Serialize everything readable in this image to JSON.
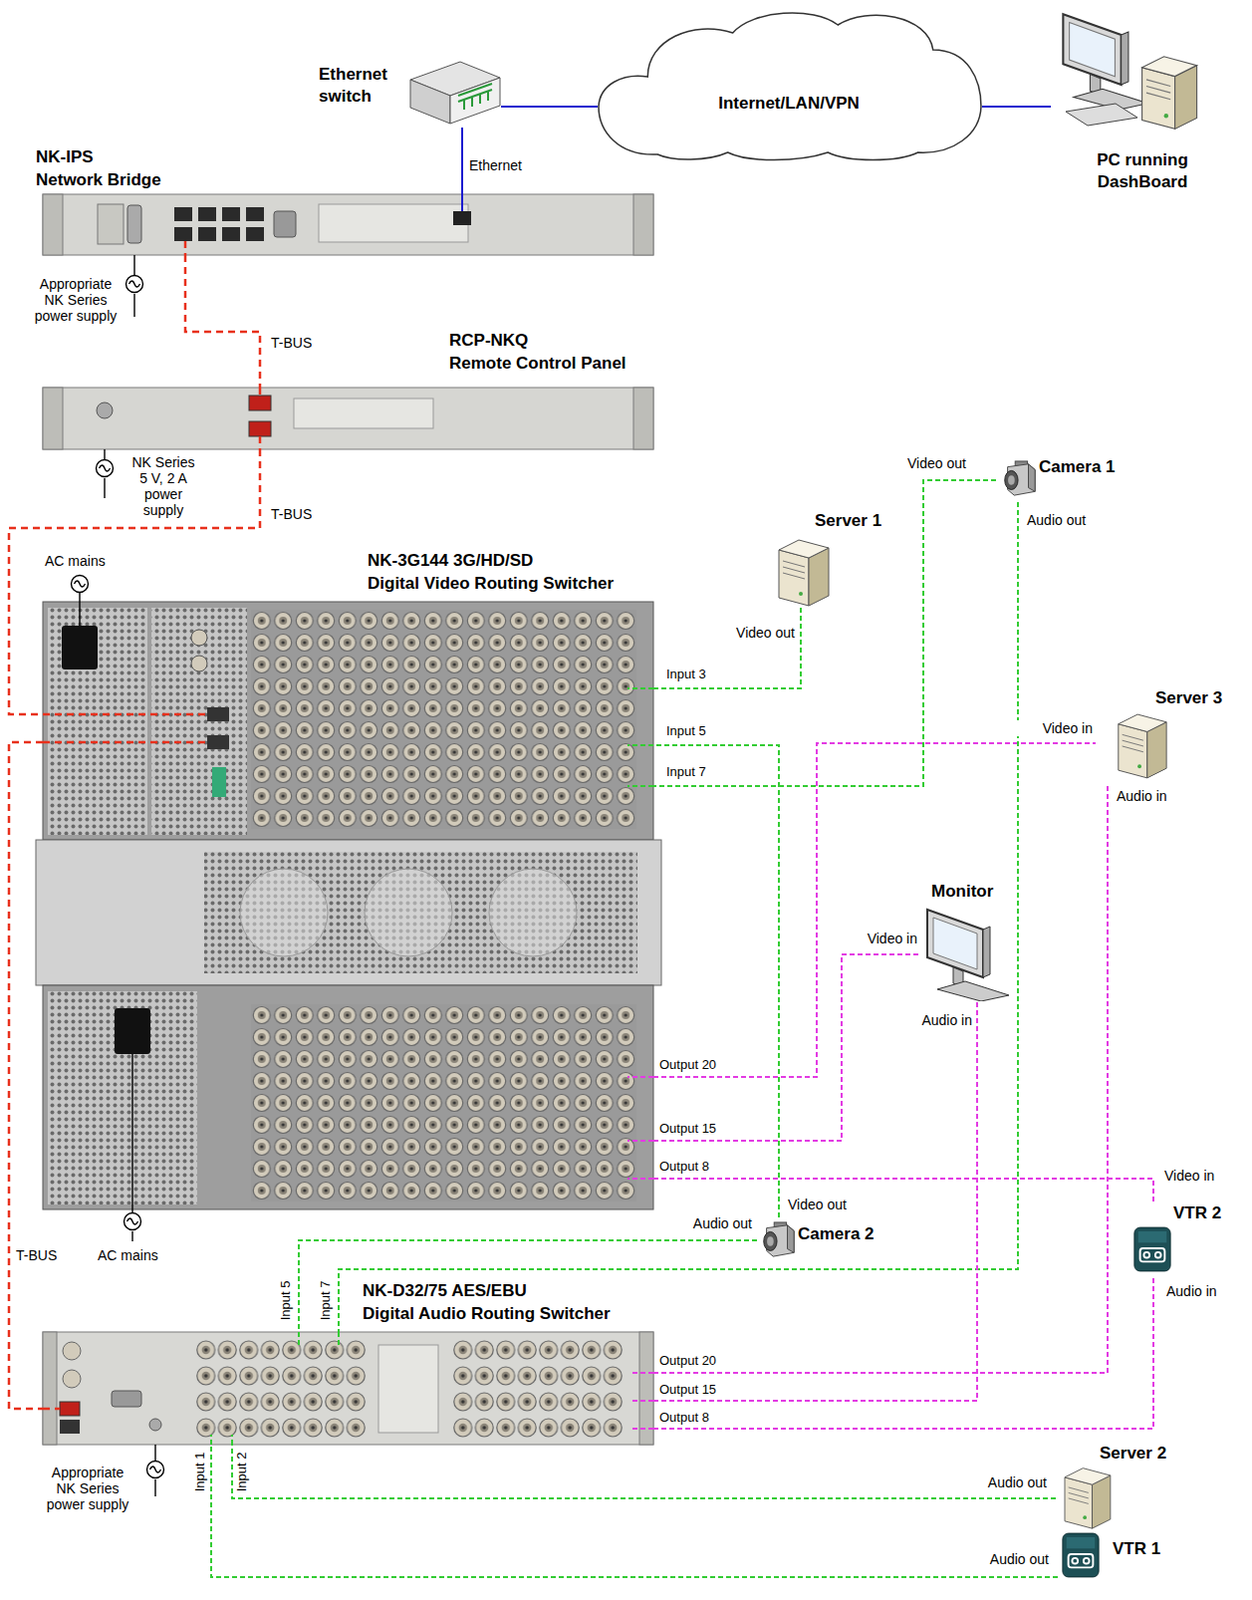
{
  "diagram": {
    "nodes": [
      {
        "text": [
          "Ethernet switch"
        ]
      },
      {
        "text": [
          "Internet/LAN/VPN"
        ]
      },
      {
        "text": [
          "PC running DashBoard"
        ]
      },
      {
        "text": [
          "NK-IPS",
          "Network Bridge"
        ]
      },
      {
        "text": [
          "RCP-NKQ",
          "Remote Control Panel"
        ]
      },
      {
        "text": [
          "Camera 1"
        ]
      },
      {
        "text": [
          "Server 1"
        ]
      },
      {
        "text": [
          "NK-3G144 3G/HD/SD",
          "Digital Video Routing Switcher"
        ]
      },
      {
        "text": [
          "Server 3"
        ]
      },
      {
        "text": [
          "Monitor"
        ]
      },
      {
        "text": [
          "VTR 2"
        ]
      },
      {
        "text": [
          "Camera 2"
        ]
      },
      {
        "text": [
          "NK-D32/75 AES/EBU",
          "Digital Audio Routing Switcher"
        ]
      },
      {
        "text": [
          "Server 2"
        ]
      },
      {
        "text": [
          "VTR 1"
        ]
      }
    ],
    "edges": [
      {
        "from": 0,
        "to": 1,
        "arrow": "none"
      },
      {
        "from": 1,
        "to": 2,
        "arrow": "none"
      },
      {
        "from": 0,
        "to": 3,
        "label": "Ethernet",
        "arrow": "none"
      },
      {
        "from": 3,
        "to": 4,
        "label": "T-BUS",
        "arrow": "none"
      },
      {
        "from": 4,
        "to": 7,
        "label": "T-BUS",
        "arrow": "none"
      },
      {
        "from": 7,
        "to": 12,
        "label": "T-BUS",
        "arrow": "none"
      },
      {
        "from": 6,
        "to": 7,
        "arrow": "none"
      },
      {
        "from": 11,
        "to": 7,
        "arrow": "none"
      },
      {
        "from": 5,
        "to": 7,
        "arrow": "none"
      },
      {
        "from": 7,
        "to": 8,
        "arrow": "none"
      },
      {
        "from": 7,
        "to": 9,
        "arrow": "none"
      },
      {
        "from": 7,
        "to": 10,
        "arrow": "none"
      },
      {
        "from": 11,
        "to": 12,
        "arrow": "none"
      },
      {
        "from": 5,
        "to": 12,
        "arrow": "none"
      },
      {
        "from": 12,
        "to": 8,
        "arrow": "none"
      },
      {
        "from": 12,
        "to": 9,
        "arrow": "none"
      },
      {
        "from": 12,
        "to": 10,
        "arrow": "none"
      },
      {
        "from": 13,
        "to": 12,
        "arrow": "none"
      },
      {
        "from": 14,
        "to": 12,
        "arrow": "none"
      }
    ],
    "labels": [
      "Video out",
      "Audio out",
      "Video out",
      "Input 3",
      "Input 5",
      "Input 7",
      "Video in",
      "Audio in",
      "Video in",
      "Audio in",
      "Output 20",
      "Output 15",
      "Output 8",
      "Video out",
      "Audio out",
      "Video in",
      "Audio in",
      "Input 5",
      "Input 7",
      "Output 20",
      "Output 15",
      "Output 8",
      "Input 1",
      "Input 2",
      "Audio out",
      "Audio out",
      "Appropriate NK Series power supply",
      "NK Series 5 V, 2 A power supply",
      "AC mains",
      "AC mains",
      "Appropriate NK Series power supply"
    ]
  }
}
